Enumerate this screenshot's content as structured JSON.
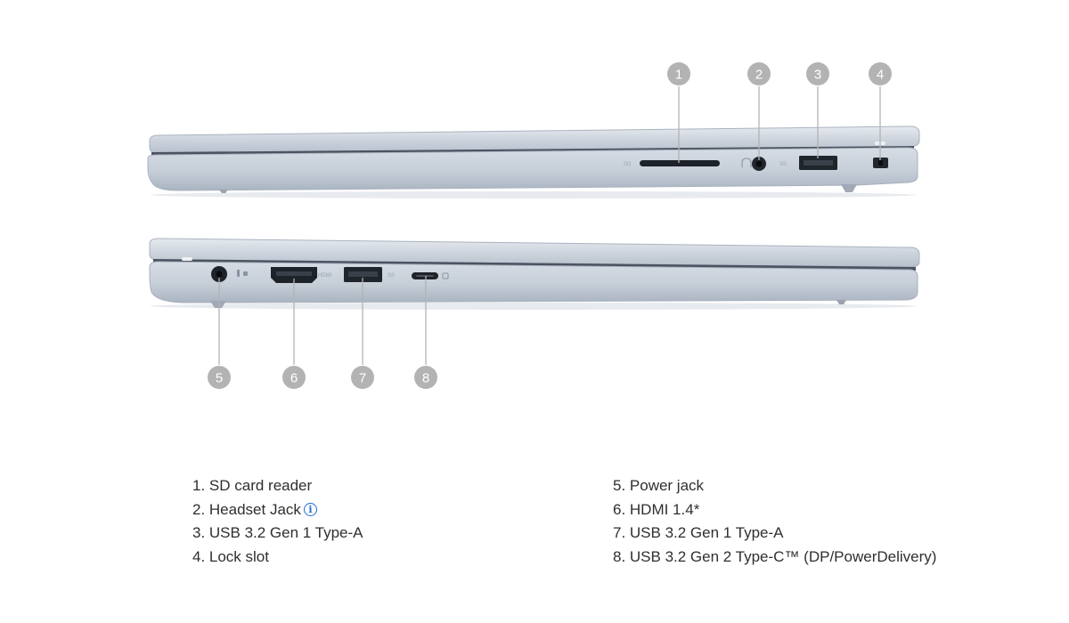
{
  "markers": {
    "m1": "1",
    "m2": "2",
    "m3": "3",
    "m4": "4",
    "m5": "5",
    "m6": "6",
    "m7": "7",
    "m8": "8"
  },
  "port_labels": {
    "sd": "SD",
    "usb_right": "SS",
    "hdmi": "HDMI",
    "usb_left": "SS"
  },
  "specs": {
    "left": [
      "1. SD card reader",
      "2. Headset Jack",
      "3. USB 3.2 Gen 1 Type-A",
      "4. Lock slot"
    ],
    "right": [
      "5. Power jack",
      "6. HDMI 1.4*",
      "7. USB 3.2 Gen 1 Type-A",
      "8. USB 3.2 Gen 2 Type-C™ (DP/PowerDelivery)"
    ]
  },
  "icons": {
    "marker": "numbered-circle",
    "info": "info-icon",
    "headset": "headset-icon"
  },
  "colors": {
    "chassis": "#c9d0da",
    "marker": "#b3b3b3",
    "info": "#1f6fd1",
    "text": "#2f2f2f"
  }
}
